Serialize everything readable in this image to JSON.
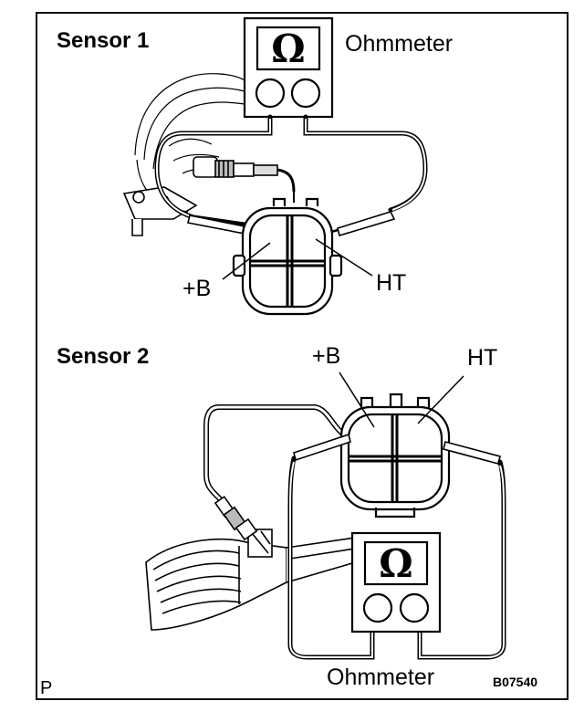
{
  "labels": {
    "sensor1": "Sensor 1",
    "sensor2": "Sensor 2",
    "ohmmeter_top": "Ohmmeter",
    "ohmmeter_bottom": "Ohmmeter",
    "plus_b_top": "+B",
    "ht_top": "HT",
    "plus_b_bottom": "+B",
    "ht_bottom": "HT",
    "corner_mark": "P",
    "figure_code": "B07540"
  },
  "symbols": {
    "ohm_top": "Ω",
    "ohm_bottom": "Ω"
  },
  "icons": [
    "ohmmeter-icon",
    "connector-icon",
    "oxygen-sensor-icon",
    "exhaust-pipe-icon",
    "test-probe-icon"
  ]
}
